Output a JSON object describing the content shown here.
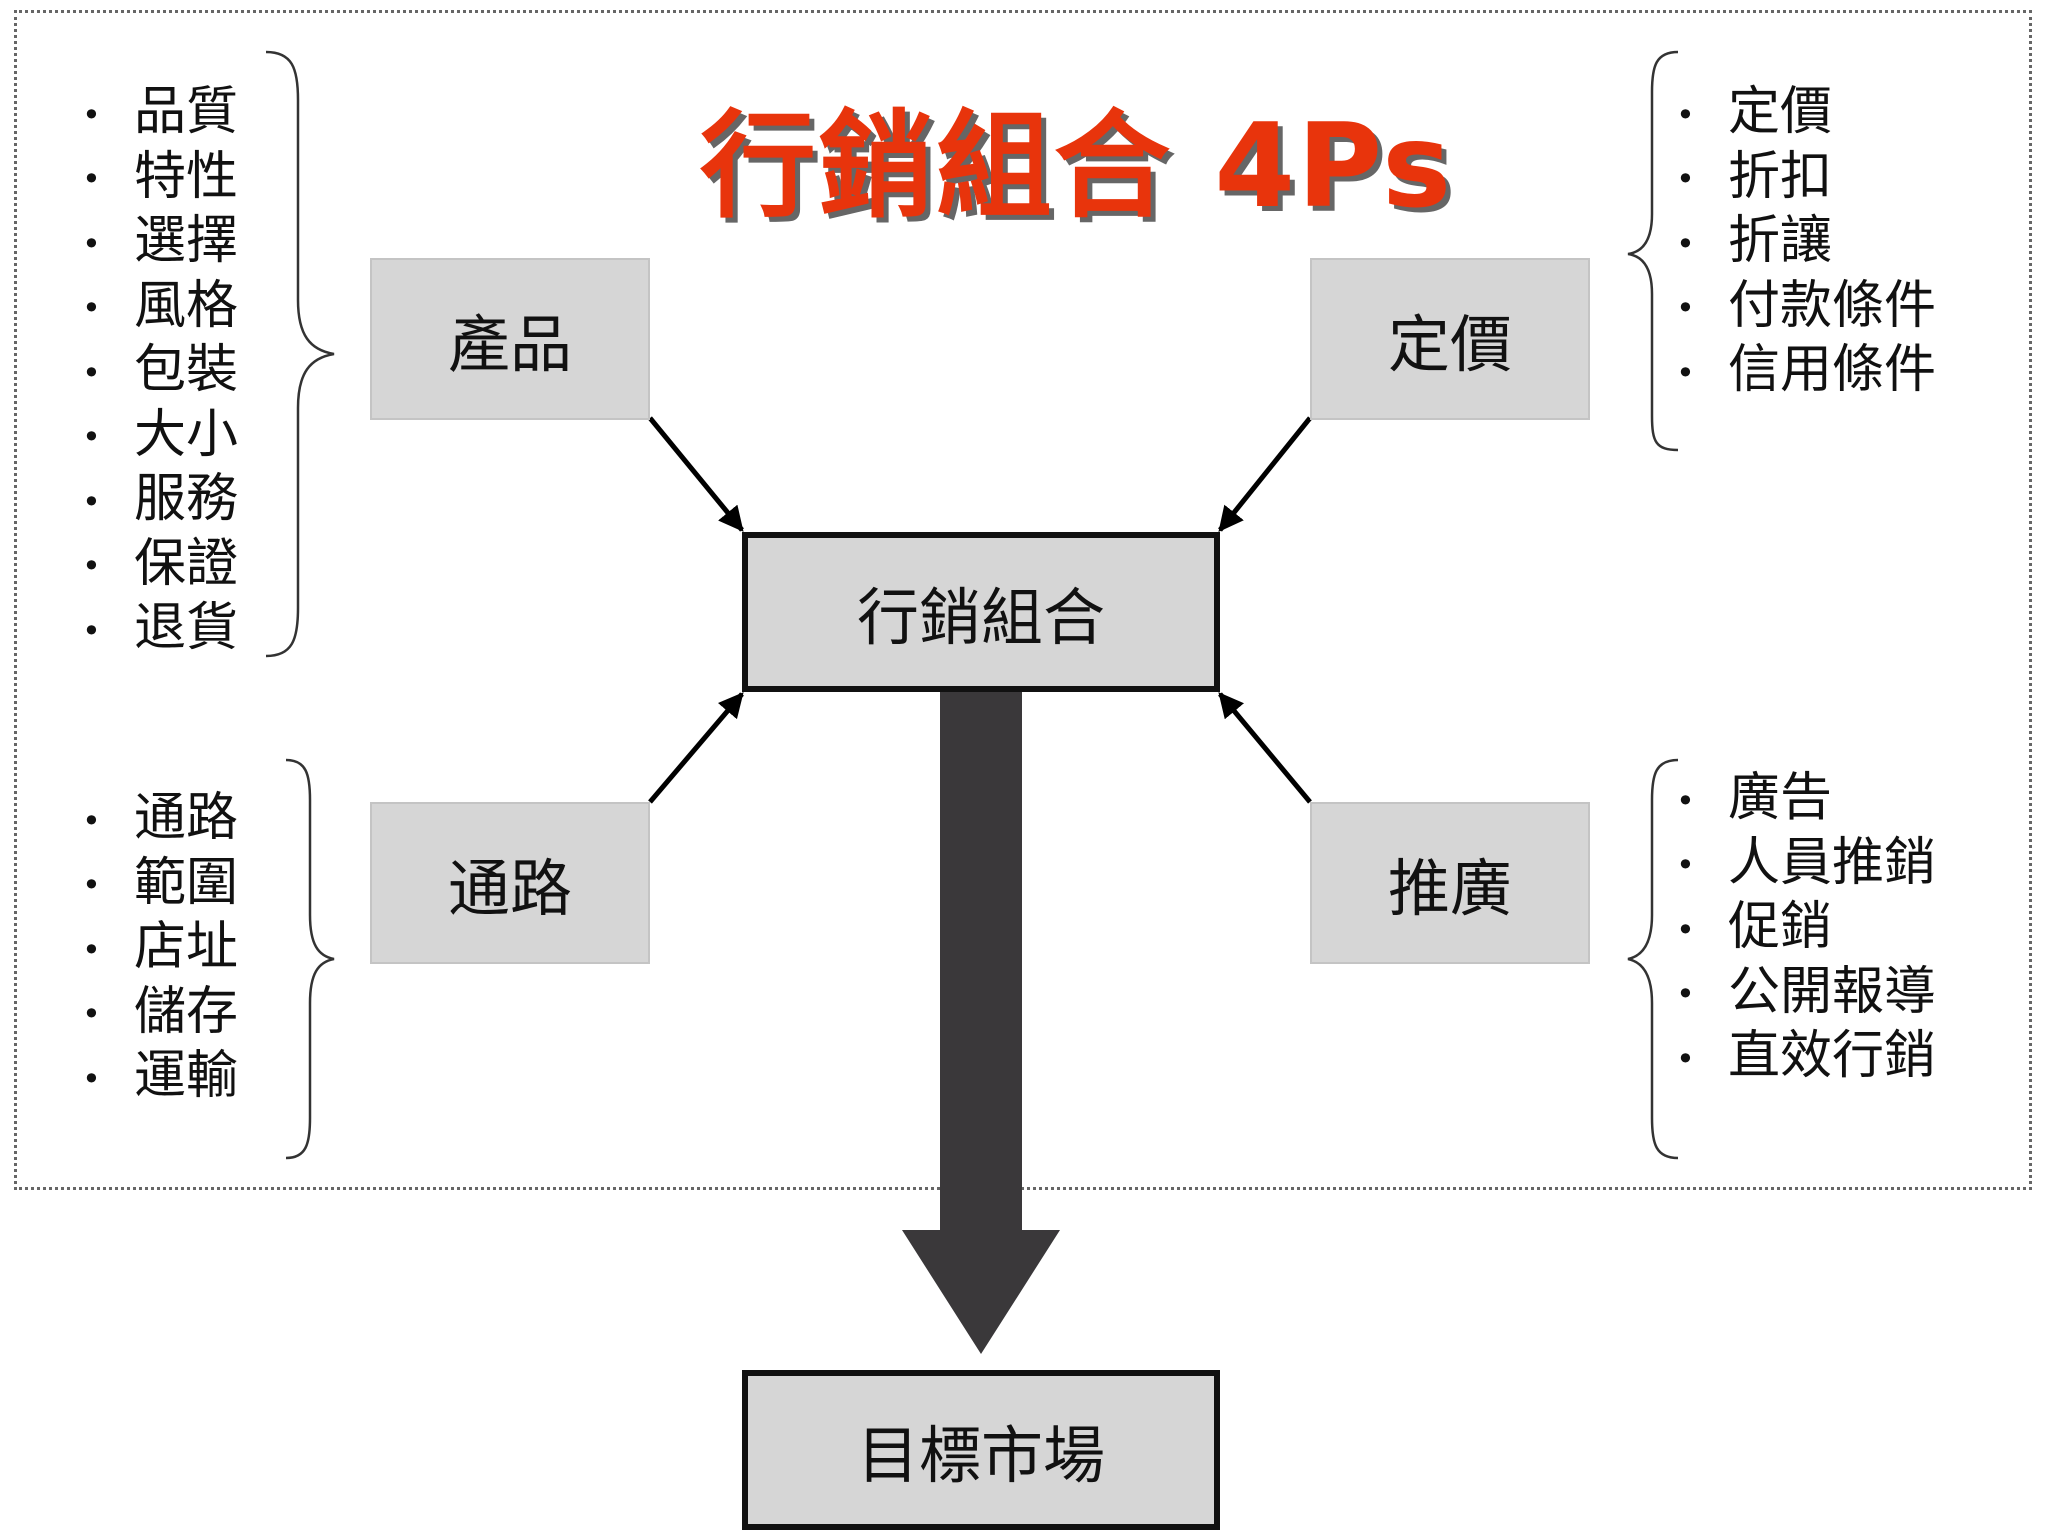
{
  "title": "行銷組合 4Ps",
  "boxes": {
    "product": "產品",
    "price": "定價",
    "place": "通路",
    "promotion": "推廣",
    "center": "行銷組合",
    "target": "目標市場"
  },
  "lists": {
    "product": [
      "品質",
      "特性",
      "選擇",
      "風格",
      "包裝",
      "大小",
      "服務",
      "保證",
      "退貨"
    ],
    "price": [
      "定價",
      "折扣",
      "折讓",
      "付款條件",
      "信用條件"
    ],
    "place": [
      "通路",
      "範圍",
      "店址",
      "儲存",
      "運輸"
    ],
    "promotion": [
      "廣告",
      "人員推銷",
      "促銷",
      "公開報導",
      "直效行銷"
    ]
  },
  "colors": {
    "title": "#e8340c",
    "box_fill": "#d6d6d6",
    "big_arrow": "#3a383a"
  }
}
